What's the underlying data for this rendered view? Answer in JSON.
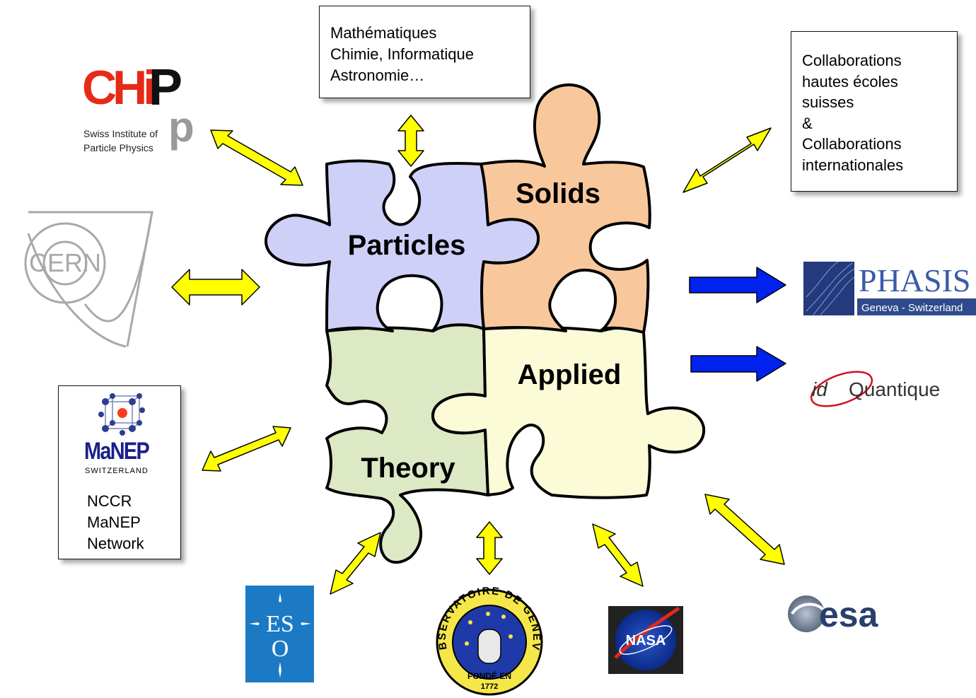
{
  "top_box": {
    "lines": [
      "Mathématiques",
      "Chimie, Informatique",
      "Astronomie…"
    ]
  },
  "right_box": {
    "lines": [
      "Collaborations",
      "hautes écoles",
      "suisses",
      "&",
      "Collaborations",
      "internationales"
    ]
  },
  "manep_box": {
    "logo_name": "MaNEP",
    "logo_country": "SWITZERLAND",
    "lines": [
      "NCCR",
      "MaNEP",
      "Network"
    ]
  },
  "puzzle": {
    "particles": "Particles",
    "solids": "Solids",
    "theory": "Theory",
    "applied": "Applied"
  },
  "logos": {
    "chipp": {
      "subtitle_1": "Swiss Institute of",
      "subtitle_2": "Particle Physics"
    },
    "cern": {
      "text": "CERN"
    },
    "phasis": {
      "name": "PHASIS",
      "tagline": "Geneva - Switzerland"
    },
    "idq": {
      "id": "id",
      "name": "Quantique"
    },
    "eso": {
      "text": "ES",
      "o": "O"
    },
    "observatoire": {
      "ring": "OBSERVATOIRE DE GENÈVE",
      "founded": "FONDÉ EN",
      "year": "1772"
    },
    "nasa": {
      "text": "NASA"
    },
    "esa": {
      "text": "esa"
    }
  },
  "colors": {
    "particles": "#cfd0f7",
    "solids": "#f8c89c",
    "theory": "#dde8c4",
    "applied": "#fcfbd8",
    "arrow_yellow": "#ffff00",
    "arrow_blue": "#0022ee"
  }
}
